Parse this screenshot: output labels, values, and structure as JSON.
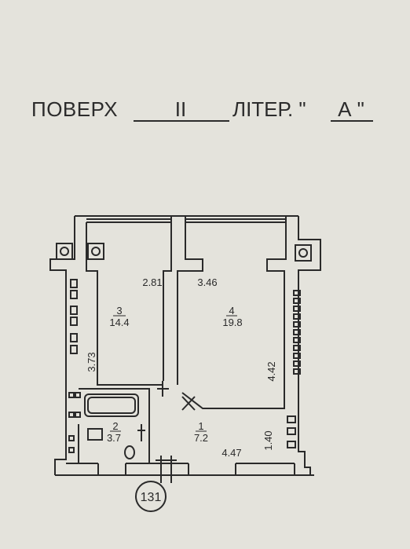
{
  "header": {
    "floor_label": "ПОВЕРХ",
    "floor_value": "II",
    "liter_label": "ЛІТЕР. \"",
    "liter_value": "А \""
  },
  "rooms": [
    {
      "number": "3",
      "area": "14.4"
    },
    {
      "number": "4",
      "area": "19.8"
    },
    {
      "number": "2",
      "area": "3.7"
    },
    {
      "number": "1",
      "area": "7.2"
    }
  ],
  "dimensions": {
    "room3_width": "2.81",
    "room3_length": "3.73",
    "room4_width": "3.46",
    "room4_length": "4.42",
    "hall_width": "4.47",
    "hall_length": "1.40"
  },
  "apartment_number": "131",
  "colors": {
    "background": "#e4e3dc",
    "ink": "#2a2a2a"
  }
}
